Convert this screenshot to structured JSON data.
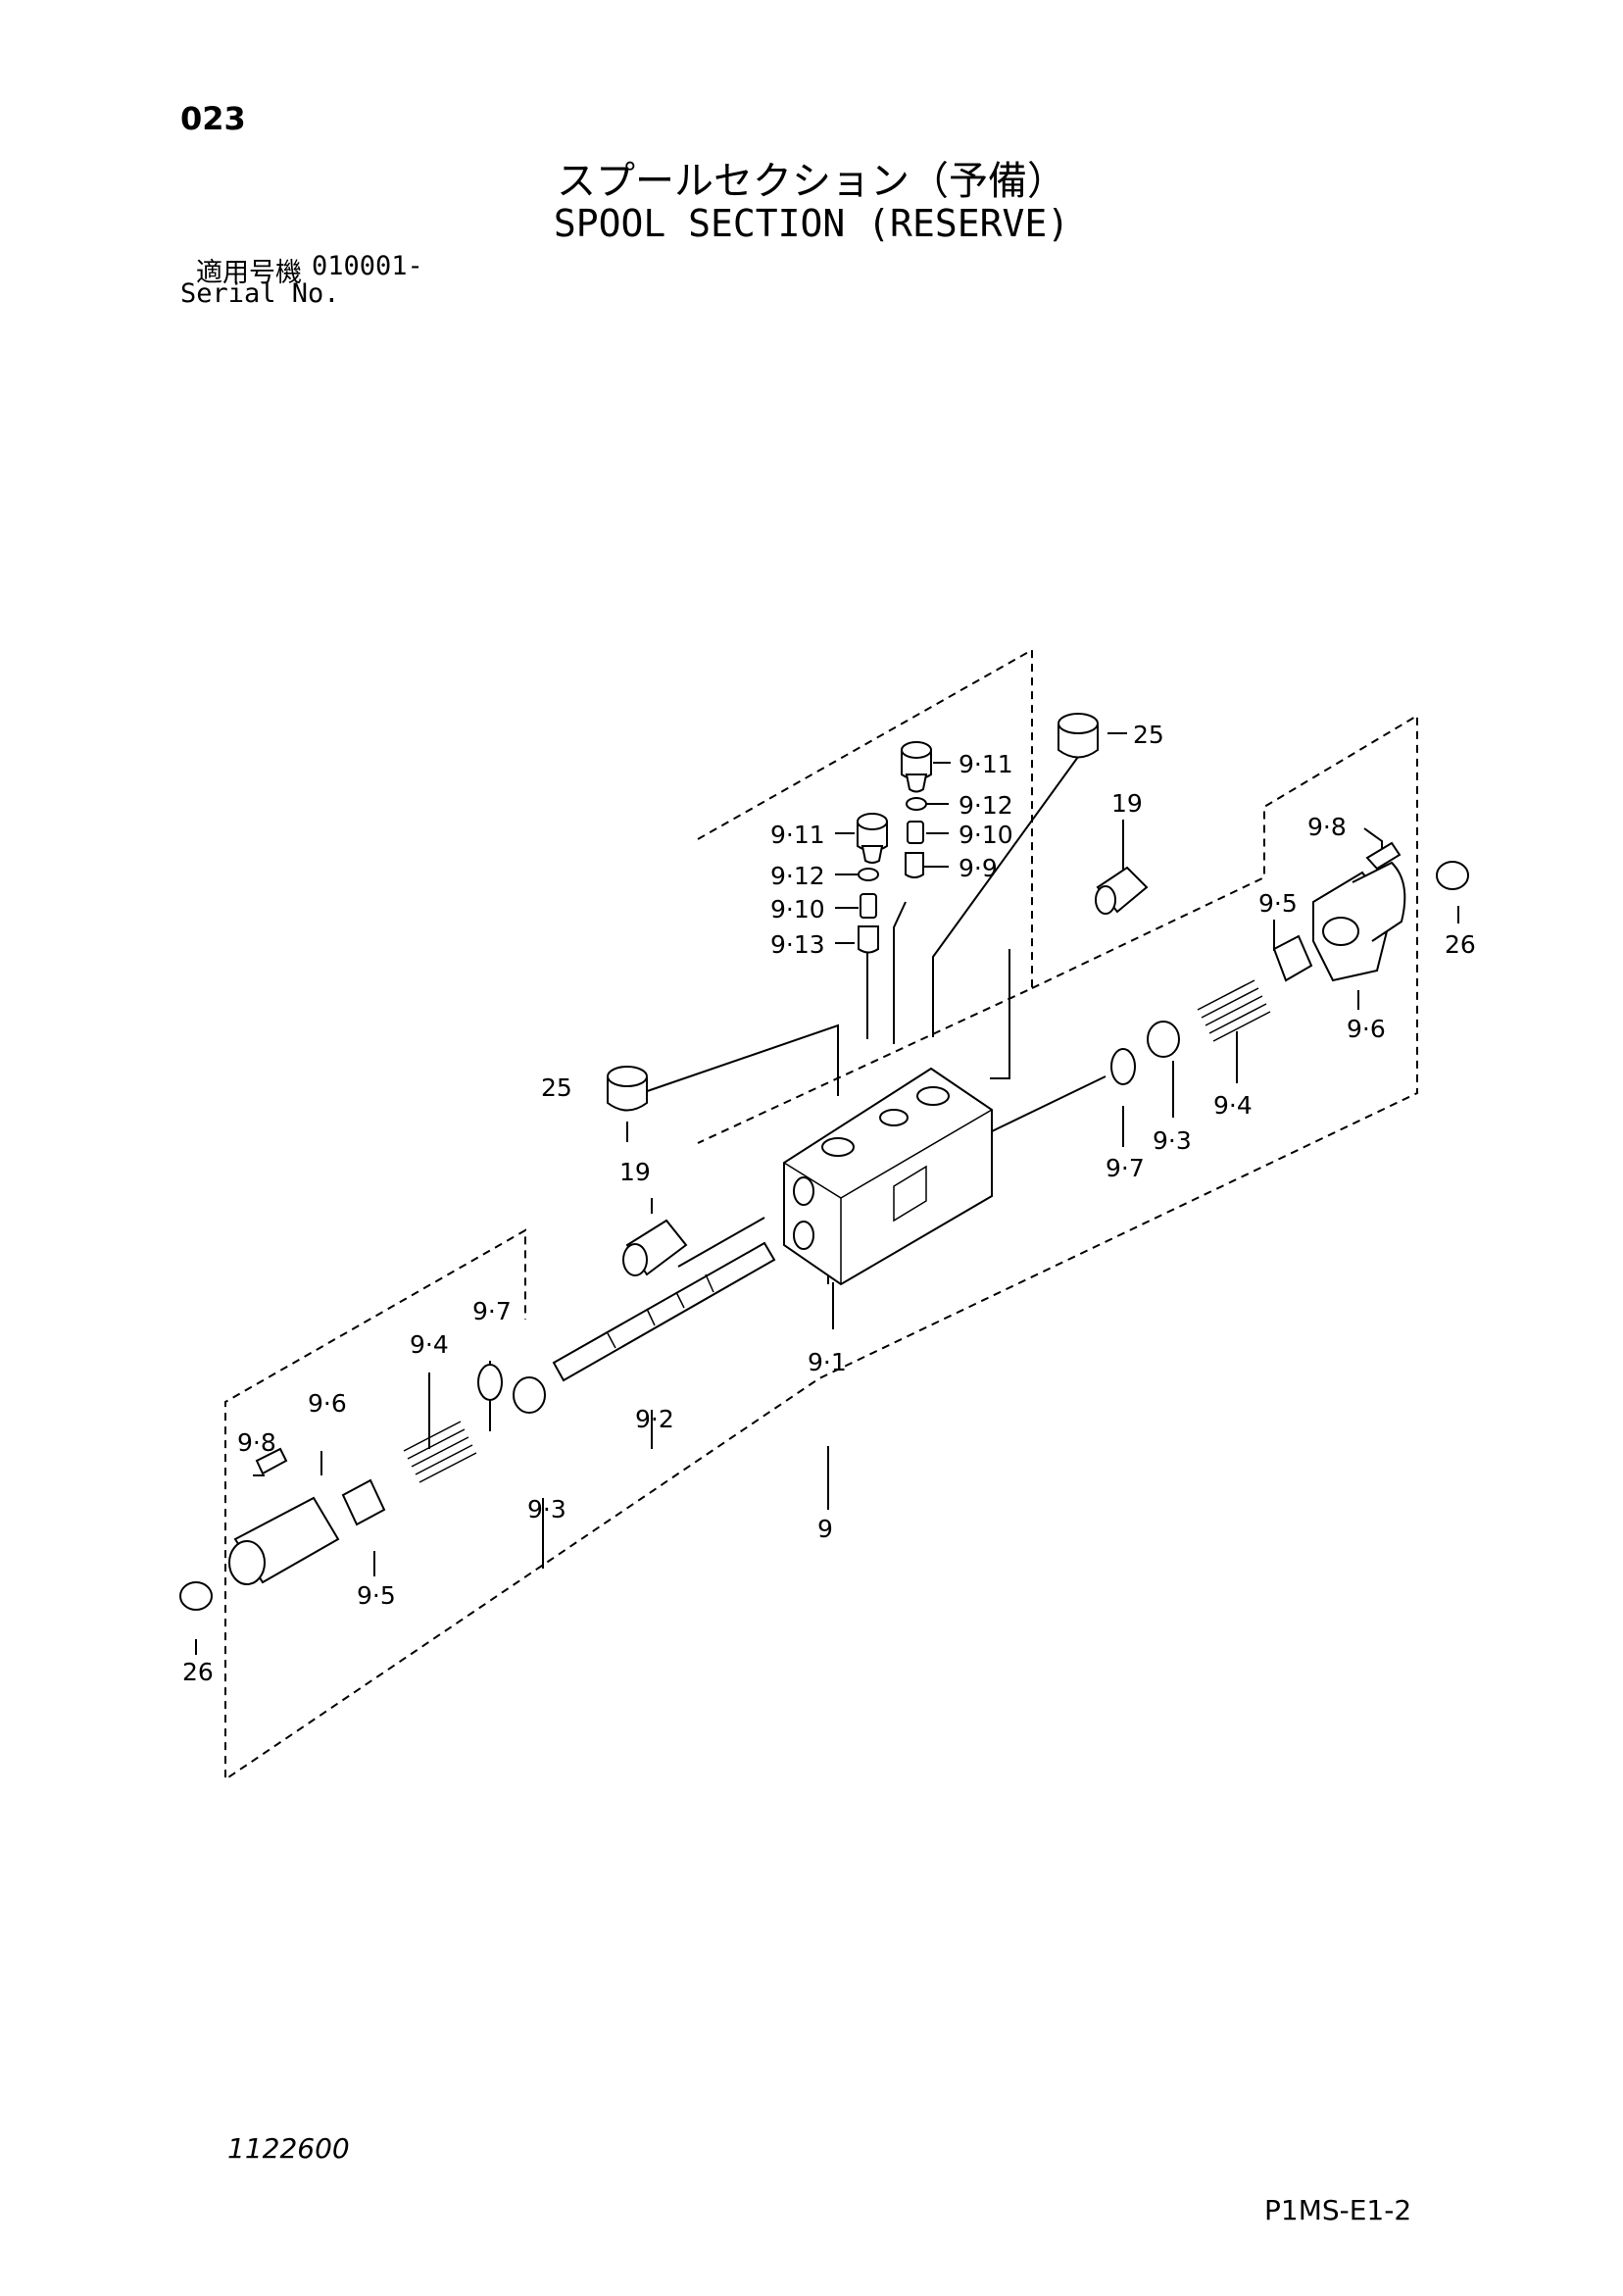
{
  "header": {
    "page_number": "023",
    "title_jp": "スプールセクション（予備）",
    "title_en": "SPOOL SECTION (RESERVE)",
    "serial_label_jp": "適用号機",
    "serial_number": "010001-",
    "serial_label_en": "Serial No."
  },
  "footer": {
    "drawing_number": "1122600",
    "page_code": "P1MS-E1-2"
  },
  "callouts": {
    "c_9_11_a": "9·11",
    "c_9_12_a": "9·12",
    "c_9_10_a": "9·10",
    "c_9_9": "9·9",
    "c_9_11_b": "9·11",
    "c_9_12_b": "9·12",
    "c_9_10_b": "9·10",
    "c_9_13": "9·13",
    "c_25_a": "25",
    "c_19_a": "19",
    "c_9_8_a": "9·8",
    "c_26_a": "26",
    "c_9_5_a": "9·5",
    "c_9_6_a": "9·6",
    "c_9_4_a": "9·4",
    "c_9_3_a": "9·3",
    "c_9_7_a": "9·7",
    "c_25_b": "25",
    "c_19_b": "19",
    "c_9_1": "9·1",
    "c_9_2": "9·2",
    "c_9_7_b": "9·7",
    "c_9_4_b": "9·4",
    "c_9_6_b": "9·6",
    "c_9_8_b": "9·8",
    "c_9_3_b": "9·3",
    "c_9": "9",
    "c_9_5_b": "9·5",
    "c_26_b": "26"
  }
}
